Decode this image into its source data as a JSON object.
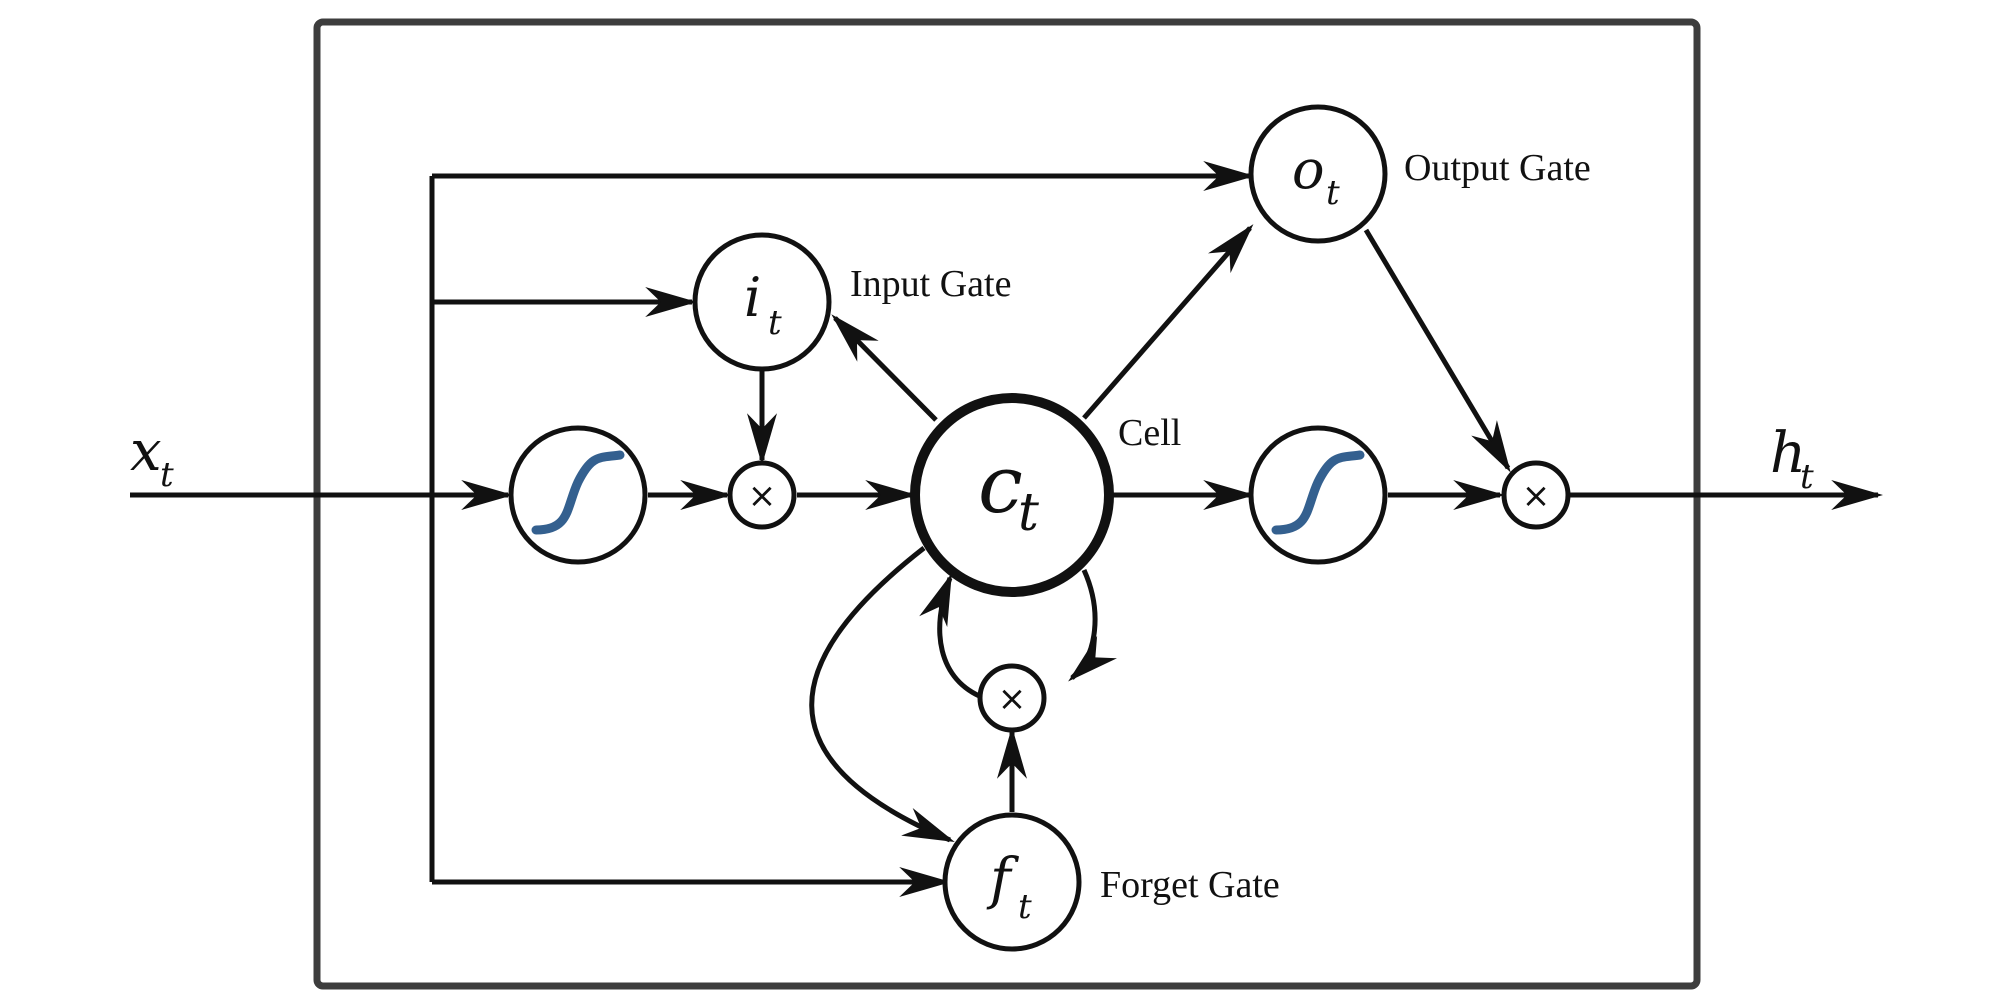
{
  "input": {
    "var": "x",
    "sub": "t"
  },
  "output": {
    "var": "h",
    "sub": "t"
  },
  "input_gate": {
    "var": "i",
    "sub": "t",
    "label": "Input Gate"
  },
  "output_gate": {
    "var": "o",
    "sub": "t",
    "label": "Output Gate"
  },
  "forget_gate": {
    "var": "f",
    "sub": "t",
    "label": "Forget Gate"
  },
  "cell": {
    "var": "c",
    "sub": "t",
    "label": "Cell"
  },
  "multiply_symbol": "×",
  "colors": {
    "stroke": "#111111",
    "frame": "#3d3d3d",
    "sigmoid_curve": "#34608f",
    "background": "#ffffff"
  },
  "icons": {
    "activation": "sigmoid-curve-icon",
    "multiply": "multiply-icon"
  }
}
